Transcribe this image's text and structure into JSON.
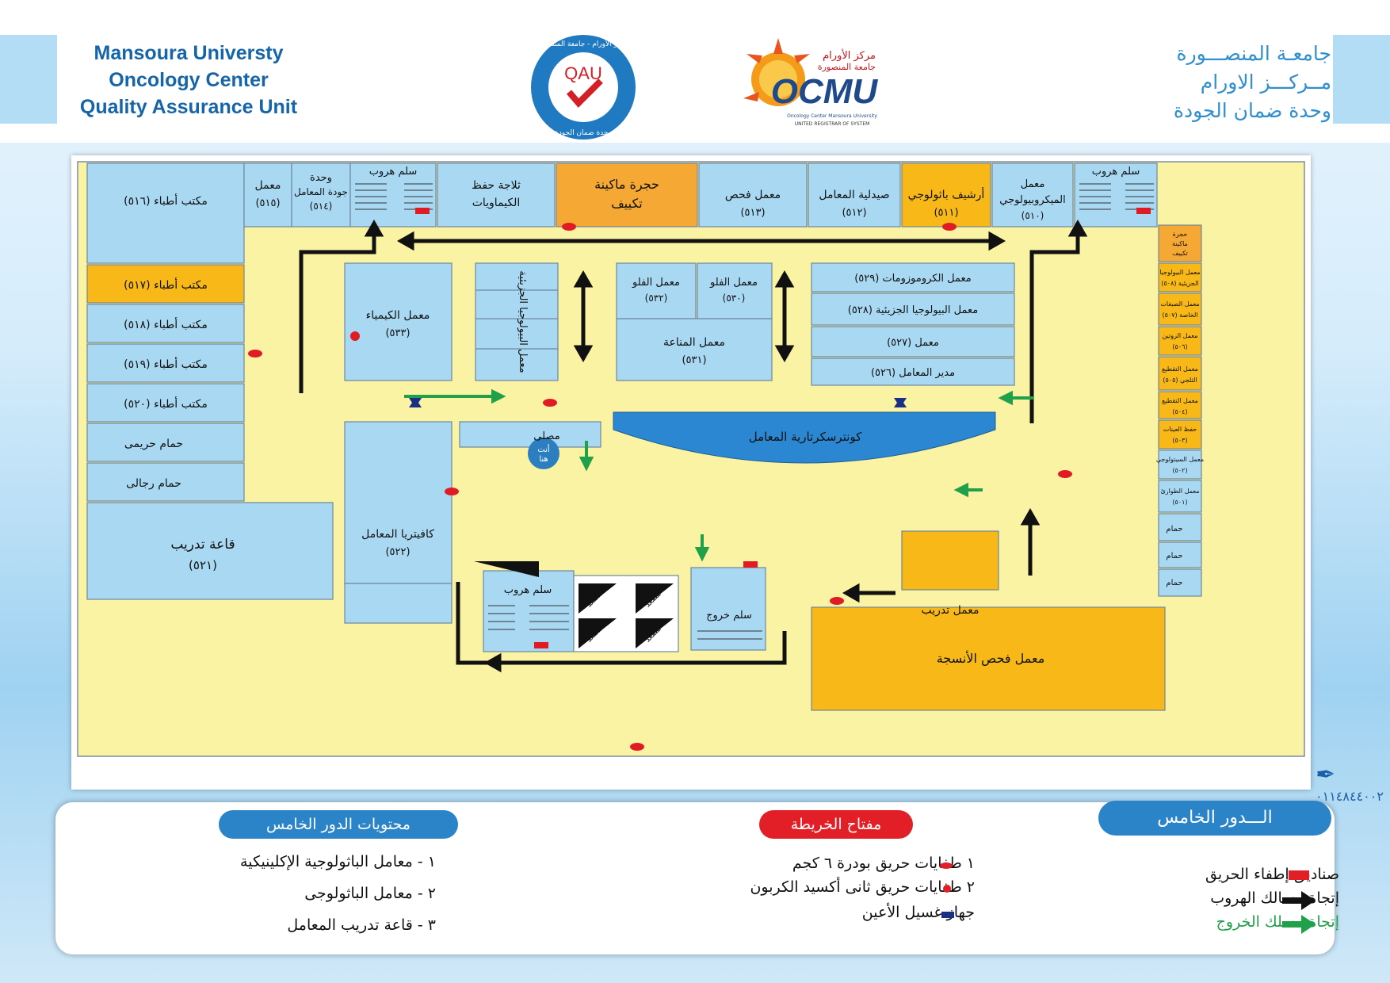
{
  "header": {
    "en_lines": [
      "Mansoura Universty",
      "Oncology Center",
      "Quality Assurance Unit"
    ],
    "ar_lines": [
      "جامعـة المنصـــورة",
      "مــركـــز الاورام",
      "وحدة ضمان الجودة"
    ],
    "qau_logo": {
      "label": "QAU",
      "ring_top": "مركز الأورام - جامعة المنصورة",
      "ring_bottom": "وحدة ضمان الجودة"
    },
    "ocmu_logo": {
      "label": "OCMU",
      "ar_top": "مركز الأورام",
      "ar_sub": "جامعة المنصورة",
      "en_sub1": "Oncology Center Mansoura University",
      "en_sub2": "UNITED REGISTRAR OF SYSTEM"
    }
  },
  "colors": {
    "room": "#a9d8f3",
    "corridor": "#fbf3a4",
    "orange": "#f5a833",
    "gold": "#f8b817",
    "counter": "#2b87d1",
    "fire_red": "#e01b24",
    "exit_green": "#21a04a",
    "eyewash": "#1a2f86",
    "pill_blue": "#2b84c7",
    "pill_red": "#e21e26"
  },
  "map": {
    "rooms": {
      "r516": "مكتب أطباء (٥١٦)",
      "r515a": "معمل",
      "r515b": "(٥١٥)",
      "r514a": "وحدة",
      "r514b": "جودة المعامل",
      "r514c": "(٥١٤)",
      "stair1": "سلم هروب",
      "chem_fridge_a": "ثلاجة حفظ",
      "chem_fridge_b": "الكيماويات",
      "ac_a": "حجرة ماكينة",
      "ac_b": "تكييف",
      "r513a": "معمل فحص",
      "r513b": "(٥١٣)",
      "r512a": "صيدلية المعامل",
      "r512b": "(٥١٢)",
      "r511a": "أرشيف باثولوجي",
      "r511b": "(٥١١)",
      "r510a": "معمل",
      "r510b": "الميكروبيولوجي",
      "r510c": "(٥١٠)",
      "stair2": "سلم هروب",
      "ac2_a": "حجرة",
      "ac2_b": "ماكينة",
      "ac2_c": "تكييف",
      "r517": "مكتب أطباء (٥١٧)",
      "r518": "مكتب أطباء (٥١٨)",
      "r519": "مكتب أطباء (٥١٩)",
      "r520": "مكتب أطباء (٥٢٠)",
      "wc_women": "حمام حريمى",
      "wc_men": "حمام رجالى",
      "r521a": "قاعة تدريب",
      "r521b": "(٥٢١)",
      "r533a": "معمل الكيمياء",
      "r533b": "(٥٣٣)",
      "molbio_v": "معمل البيولوجيا الجزيئية",
      "flow532a": "معمل الفلو",
      "flow532b": "(٥٣٢)",
      "flow530a": "معمل الفلو",
      "flow530b": "(٥٣٠)",
      "r531a": "معمل المناعة",
      "r531b": "(٥٣١)",
      "r529": "معمل الكروموزومات (٥٢٩)",
      "r528": "معمل البيولوجيا الجزيئية (٥٢٨)",
      "r527": "معمل (٥٢٧)",
      "r526": "مدير المعامل (٥٢٦)",
      "r508a": "معمل البيولوجيا",
      "r508b": "الجزيئية (٥٠٨)",
      "r507a": "معمل الصبغات",
      "r507b": "الخاصة (٥٠٧)",
      "r506a": "معمل الروتين",
      "r506b": "(٥٠٦)",
      "r505a": "معمل التقطيع",
      "r505b": "الثلجي (٥٠٥)",
      "r504a": "معمل التقطيع",
      "r504b": "(٥٠٤)",
      "r503a": "حفظ العينات",
      "r503b": "(٥٠٣)",
      "r502a": "معمل السيتولوجي",
      "r502b": "(٥٠٢)",
      "r501a": "معمل الطوارئ",
      "r501b": "(٥٠١)",
      "wc1": "حمام",
      "wc2": "حمام",
      "wc3": "حمام",
      "prayer": "مصلى",
      "counter": "كونترسكرتارية المعامل",
      "you_a": "أنت",
      "you_b": "هنا",
      "cafe_a": "كافيتريا المعامل",
      "cafe_b": "(٥٢٢)",
      "train_room": "معمل تدريب",
      "elev_main": "مصعد",
      "elev1": "مصعد",
      "elev2": "مصعد",
      "elev3": "مصعد",
      "elev4": "مصعد",
      "stair3": "سلم هروب",
      "exit_stair": "سلم خروج",
      "tissue": "معمل فحص الأنسجة"
    }
  },
  "legend": {
    "contents_title": "محتويات الدور الخامس",
    "contents": [
      "١ - معامل الباثولوجية الإكلينيكية",
      "٢ - معامل الباثولوجى",
      "٣ - قاعة تدريب المعامل"
    ],
    "key_title": "مفتاح الخريطة",
    "key_items": [
      "١ طفايات حريق بودرة ٦ كجم",
      "٢ طفايات حريق ثانى أكسيد الكربون",
      "جهاز غسيل الأعين"
    ],
    "floor_title": "الـــدور الخامس",
    "floor_items": [
      "صناديق إطفاء الحريق",
      "إتجاة مسالك الهروب",
      "إتجاة مسلك الخروج"
    ]
  },
  "signature": "٠١١٤٨٤٤٠٠٢"
}
